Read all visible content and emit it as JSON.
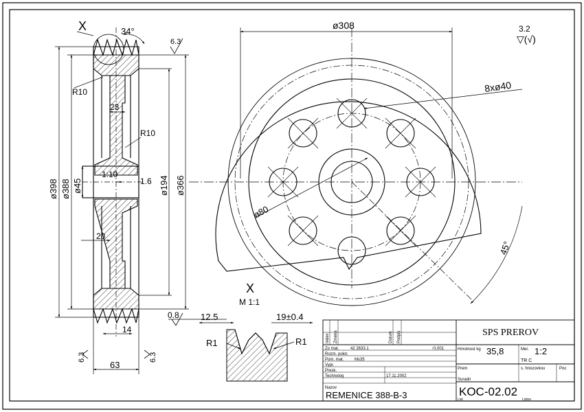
{
  "detail": {
    "letter": "X",
    "angle": "34°",
    "view_label": "X",
    "view_scale": "M 1:1"
  },
  "side_view": {
    "dia_398": "ø398",
    "dia_388": "ø388",
    "dia_45": "ø45",
    "dia_194": "ø194",
    "dia_366": "ø366",
    "r10_top": "R10",
    "r10_mid": "R10",
    "dim_23": "23",
    "dim_20": "20",
    "taper": "1:10",
    "roughness_bore": "1.6",
    "dim_14": "14",
    "dim_63": "63",
    "rough_left": "6.3",
    "rough_right": "6.3",
    "rough_top": "6.3"
  },
  "front_view": {
    "dia_308": "ø308",
    "holes": "8xø40",
    "dia_80": "ø80",
    "angle_45": "45°"
  },
  "groove_detail": {
    "rough": "0.8",
    "dim_12_5": "12.5",
    "dim_19": "19±0.4",
    "r1_left": "R1",
    "r1_right": "R1"
  },
  "general_roughness": {
    "value": "3.2",
    "symbol": "▽(√)"
  },
  "title_block": {
    "company": "SPS PREROV",
    "mass_label": "Hmotnost kg",
    "mass_value": "35,8",
    "scale_label": "Mer.",
    "scale_value": "1:2",
    "code_tr": "TR C",
    "row1_label": "Zo mat.",
    "row1_value": "42 2633.1",
    "row1_right": "↑0.001",
    "row2_label": "Rozm. polot.",
    "row3_label": "Pom. mat.",
    "row3_value": "Ms35",
    "row4_label": "Vypr.",
    "row5_label": "Presk.",
    "row6_label": "Technolog",
    "row6_date": "17.11.2002",
    "name_label": "Nazov",
    "part_name": "REMENICE 388-B-3",
    "drawing_no": "KOC-02.02",
    "head_cells": [
      "Index",
      "Zmena",
      "Datum",
      "Podpis"
    ],
    "prem": "Prem",
    "sured": "Suradn",
    "shodne": "s. hnozovkou",
    "poc": "Poc",
    "list": "List",
    "listov": "Listov"
  }
}
